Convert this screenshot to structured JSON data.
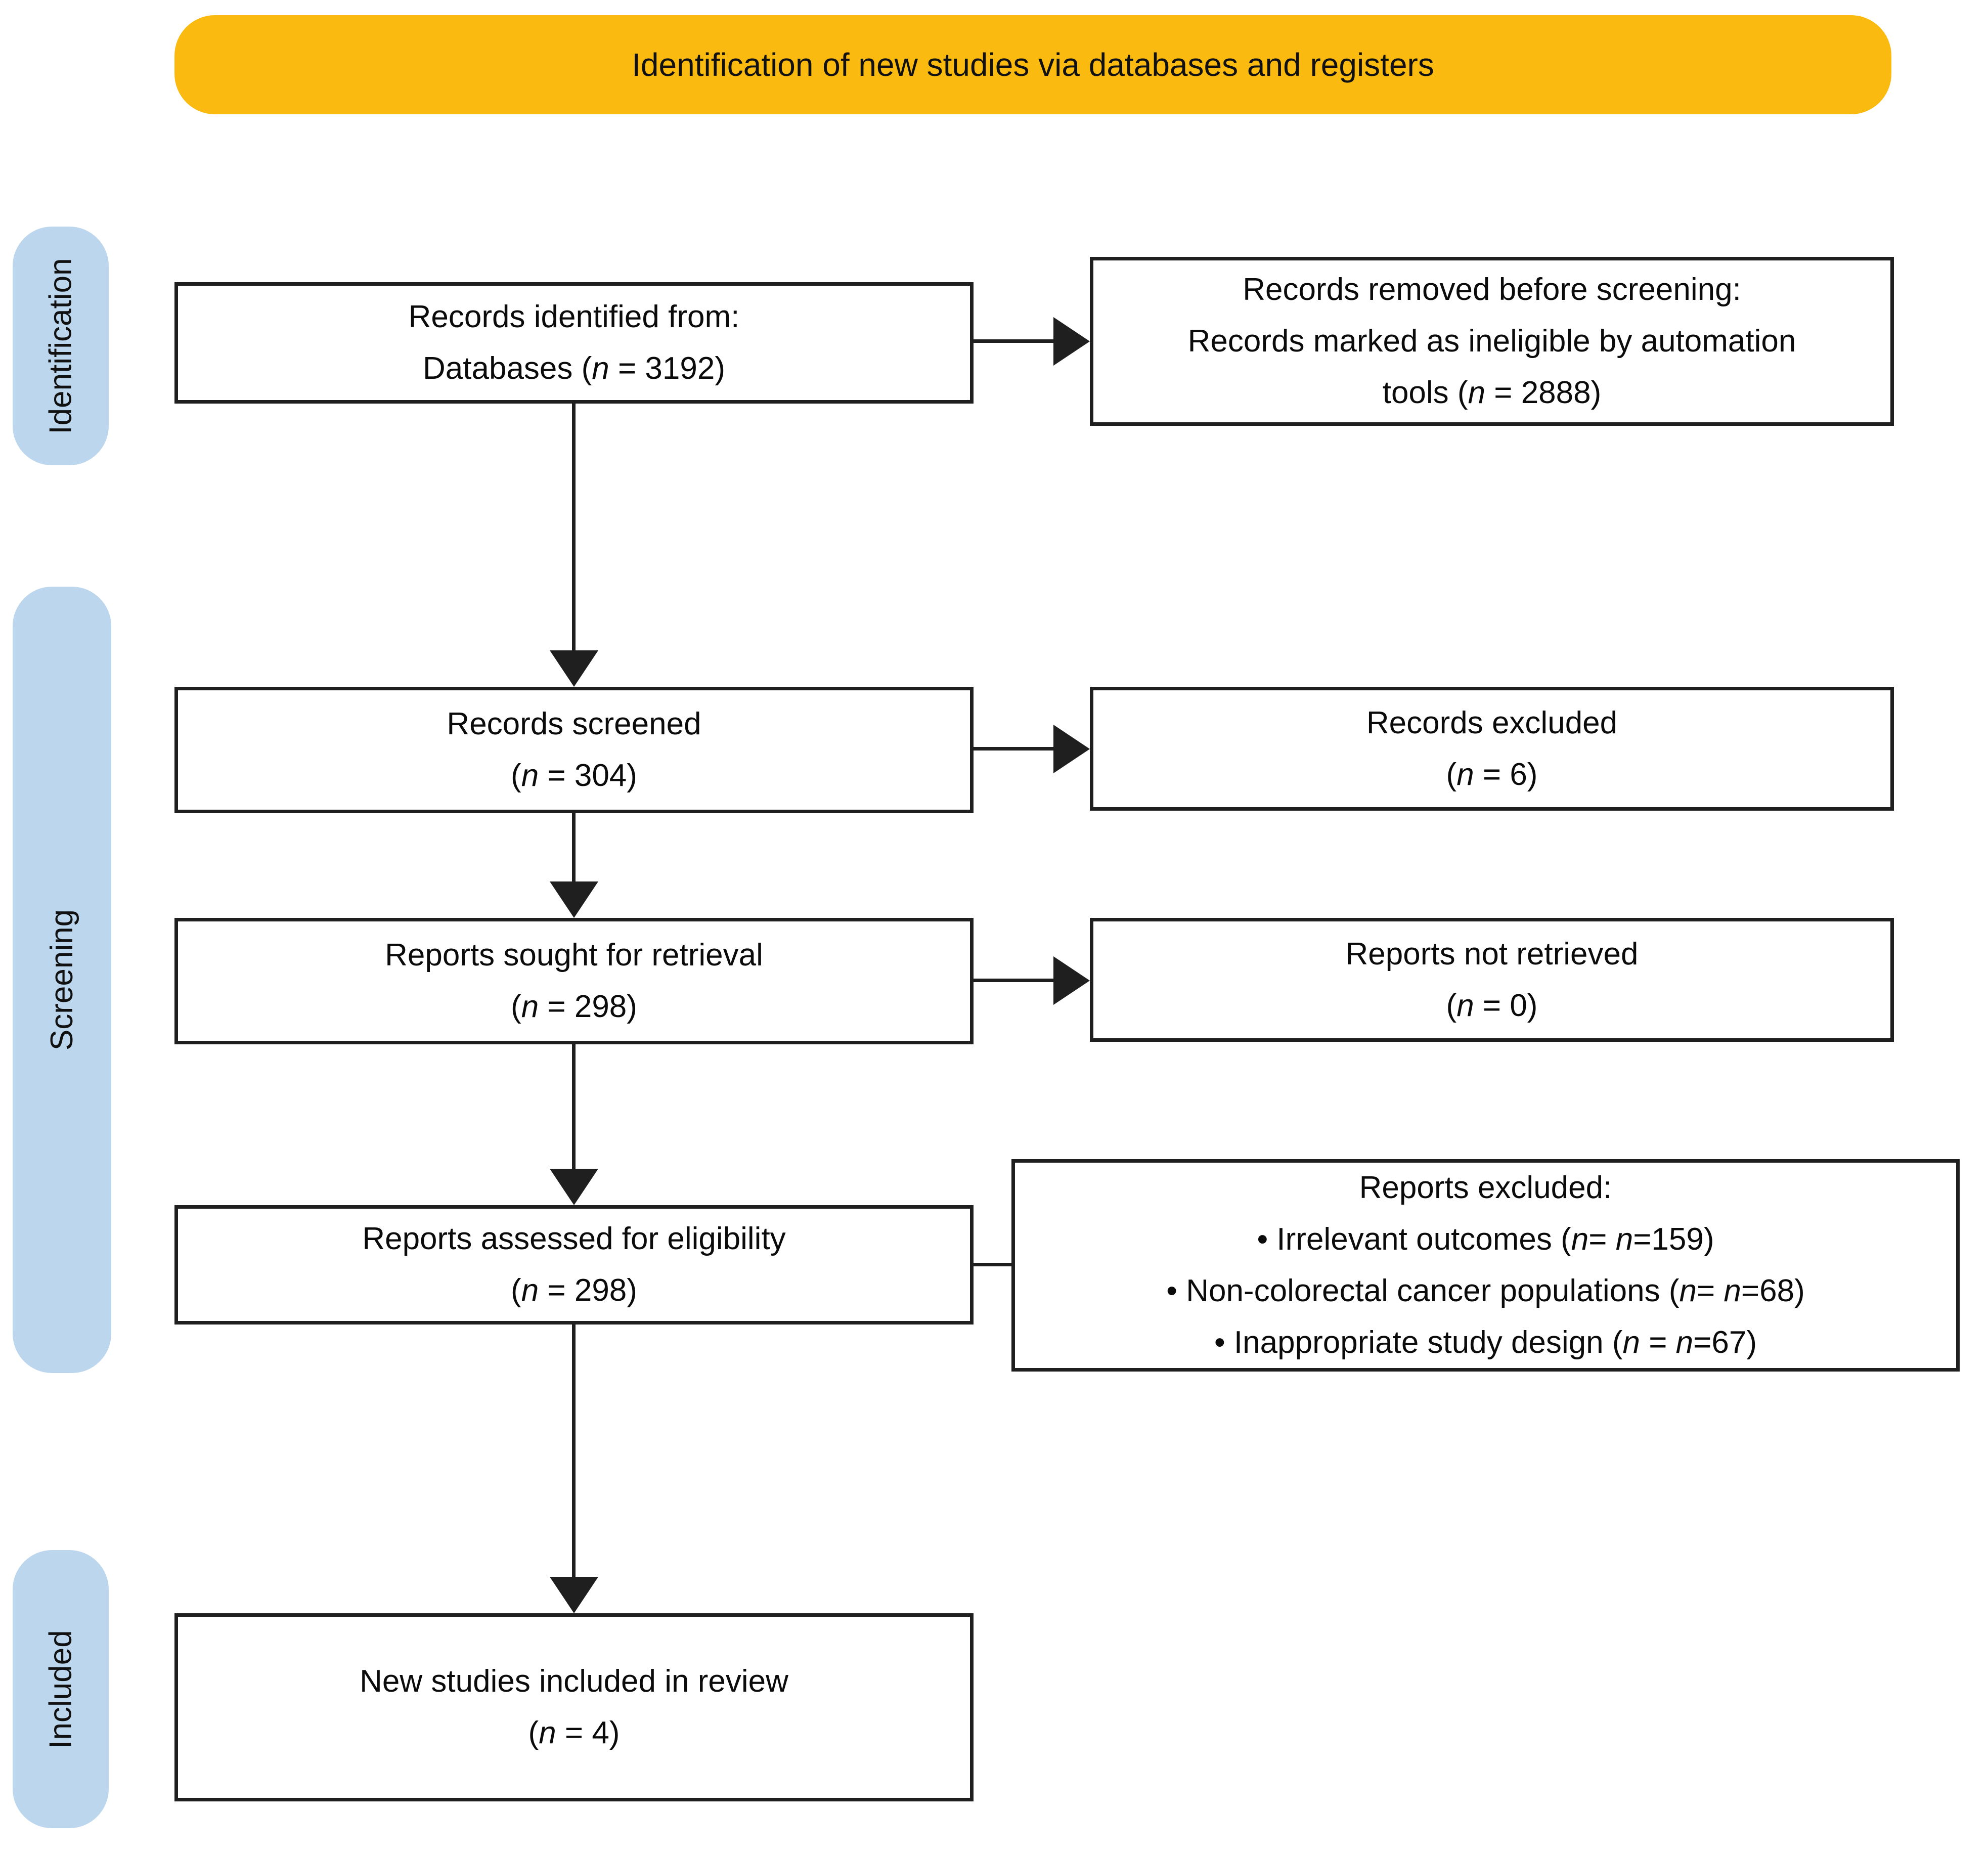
{
  "colors": {
    "banner_bg": "#FBBA10",
    "stage_pill_bg": "#BCD6EE",
    "line_color": "#1F1F1F",
    "box_bg": "#FFFFFF"
  },
  "banner": {
    "title": "Identification of new studies via databases and registers"
  },
  "stages": [
    {
      "label": "Identification"
    },
    {
      "label": "Screening"
    },
    {
      "label": "Included"
    }
  ],
  "boxes": {
    "records_identified": {
      "lines": [
        "Records identified from:",
        "Databases (n = 3192)"
      ]
    },
    "records_removed": {
      "lines": [
        "Records removed before screening:",
        "Records marked as ineligible by automation",
        "tools (n = 2888)"
      ]
    },
    "records_screened": {
      "lines": [
        "Records screened",
        "(n = 304)"
      ]
    },
    "records_excluded": {
      "lines": [
        "Records excluded",
        "(n = 6)"
      ]
    },
    "reports_sought": {
      "lines": [
        "Reports sought for retrieval",
        "(n = 298)"
      ]
    },
    "reports_not_retrieved": {
      "lines": [
        "Reports not retrieved",
        "(n = 0)"
      ]
    },
    "reports_assessed": {
      "lines": [
        "Reports assessed for eligibility",
        "(n = 298)"
      ]
    },
    "reports_excluded": {
      "lines": [
        "Reports excluded:",
        "• Irrelevant outcomes (n= n=159)",
        "• Non-colorectal cancer populations (n= n=68)",
        "• Inappropriate study design (n = n=67)"
      ]
    },
    "new_studies_included": {
      "lines": [
        "New studies included in review",
        "(n = 4)"
      ]
    }
  }
}
